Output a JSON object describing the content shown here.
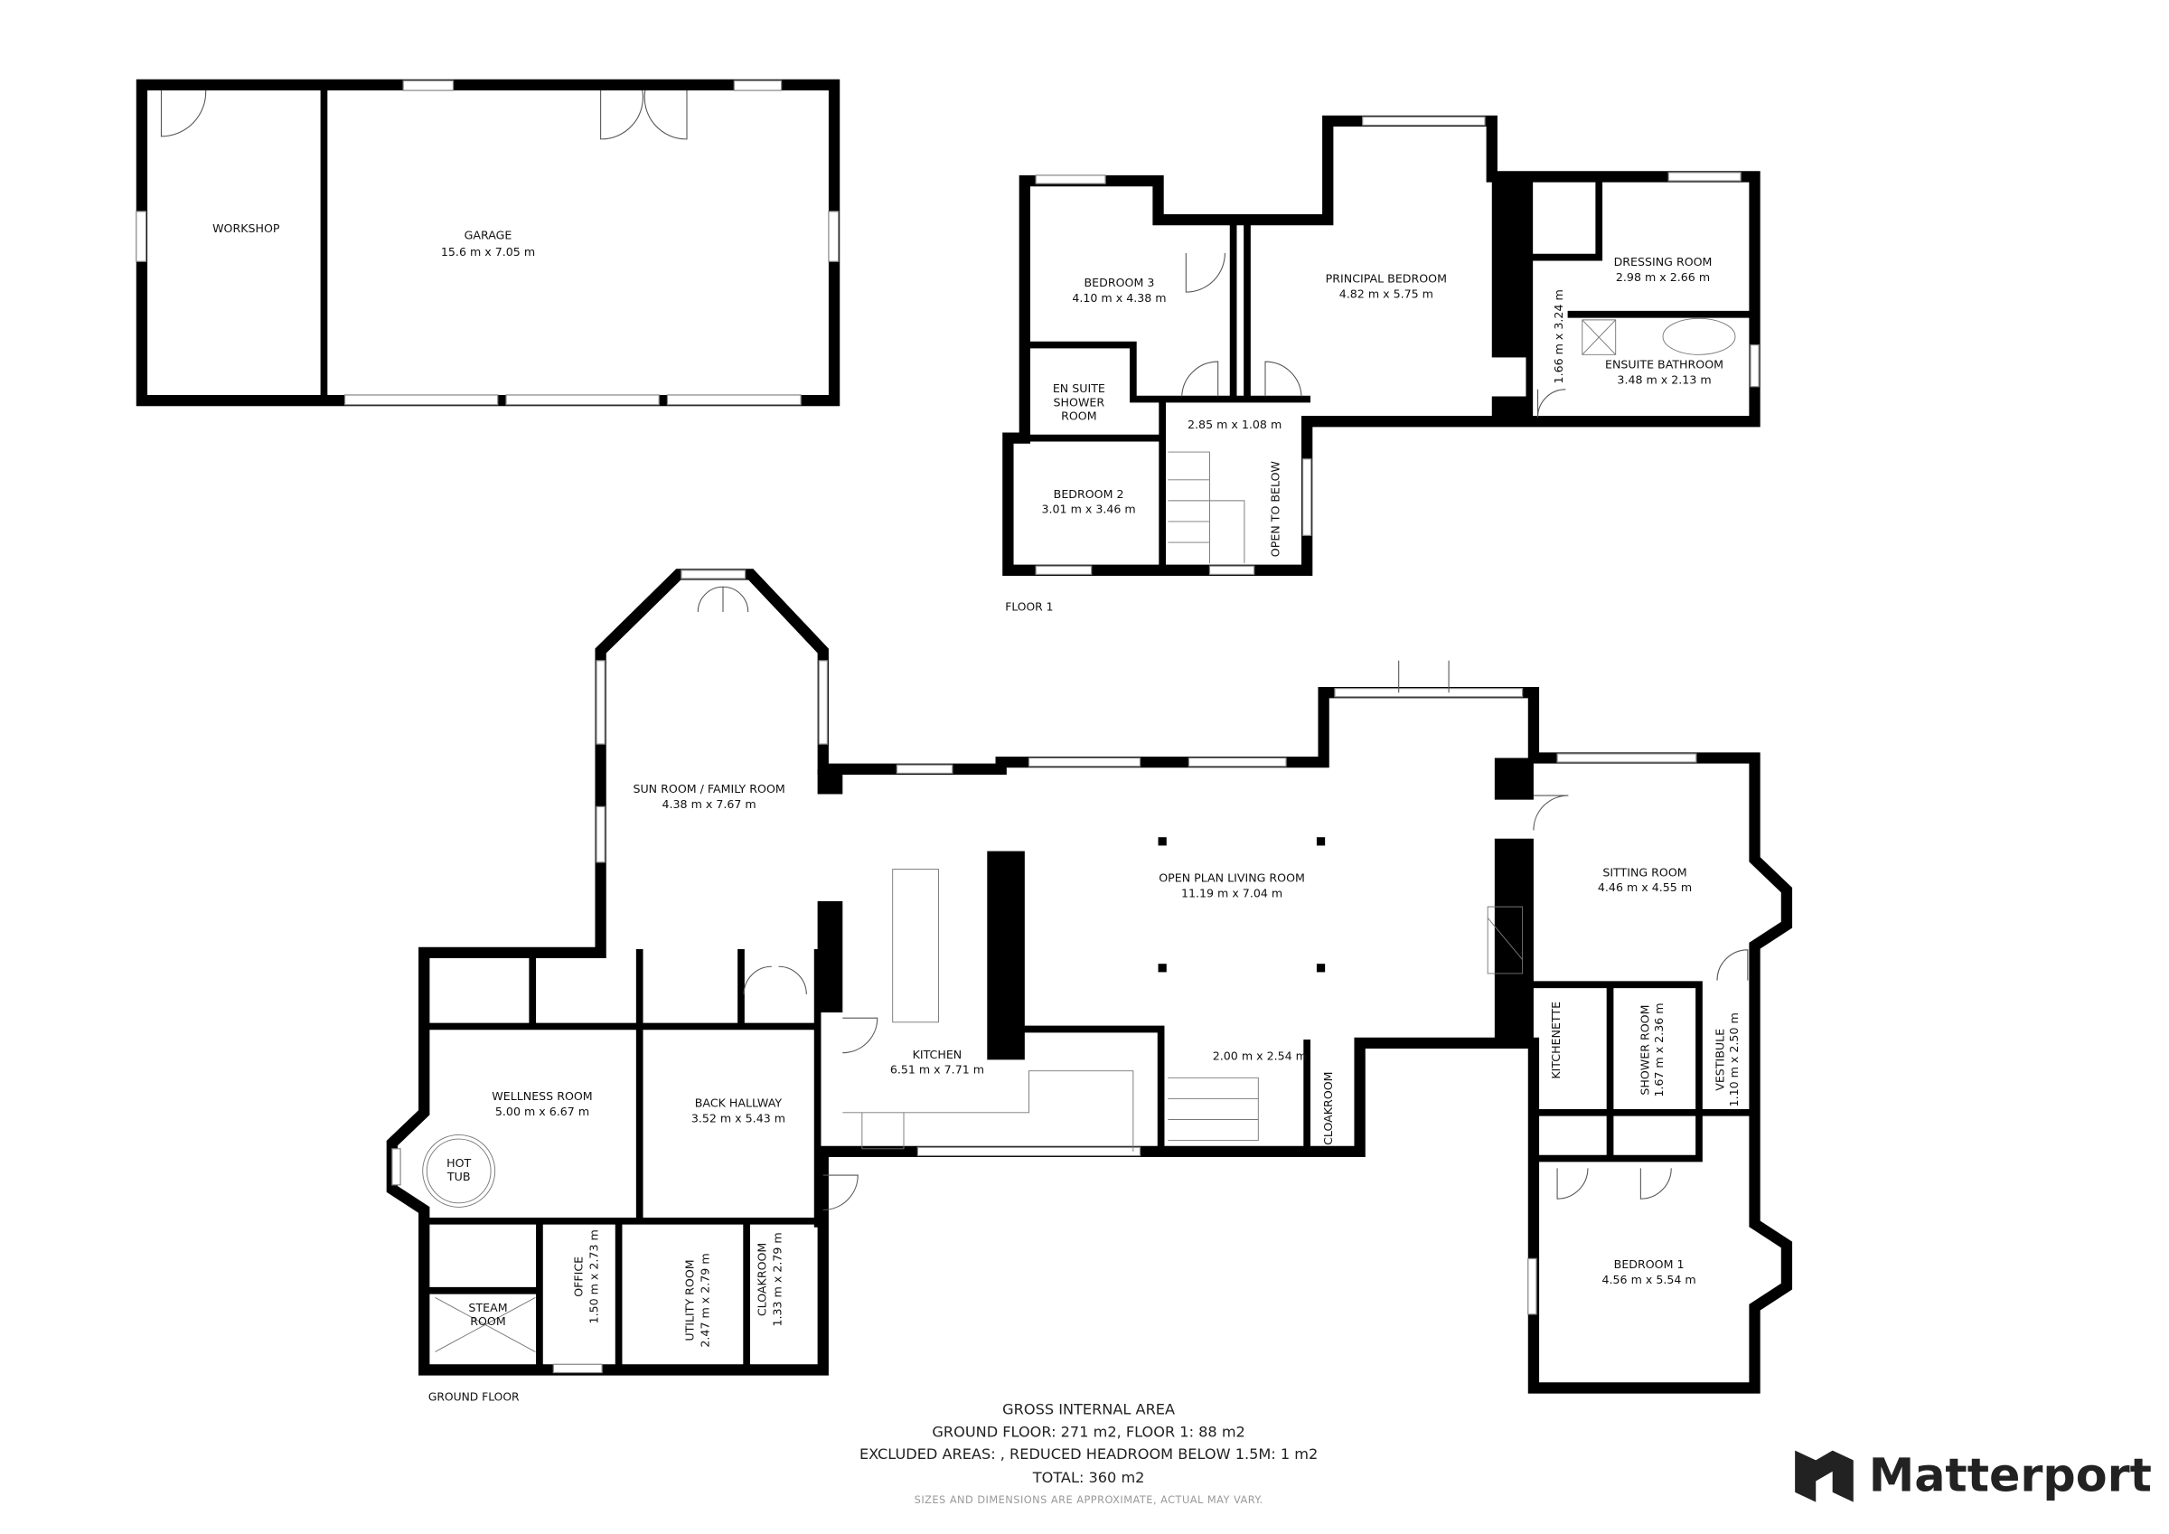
{
  "outbuilding": {
    "workshop": {
      "name": "WORKSHOP"
    },
    "garage": {
      "name": "GARAGE",
      "size": "15.6 m x 7.05 m"
    }
  },
  "floor1": {
    "label": "FLOOR 1",
    "rooms": {
      "bedroom3": {
        "name": "BEDROOM 3",
        "size": "4.10 m x 4.38 m"
      },
      "principal": {
        "name": "PRINCIPAL BEDROOM",
        "size": "4.82 m x 5.75 m"
      },
      "dressing": {
        "name": "DRESSING ROOM",
        "size": "2.98 m x 2.66 m"
      },
      "ensuite_bath": {
        "name": "ENSUITE BATHROOM",
        "size": "3.48 m x 2.13 m"
      },
      "corridor": {
        "size": "1.66 m x 3.24 m"
      },
      "ensuite_shower": {
        "line1": "EN SUITE",
        "line2": "SHOWER",
        "line3": "ROOM"
      },
      "landing": {
        "size": "2.85 m x 1.08 m"
      },
      "bedroom2": {
        "name": "BEDROOM 2",
        "size": "3.01 m x 3.46 m"
      },
      "open_below": {
        "name": "OPEN TO BELOW"
      }
    }
  },
  "ground": {
    "label": "GROUND FLOOR",
    "rooms": {
      "sunroom": {
        "name": "SUN ROOM / FAMILY ROOM",
        "size": "4.38 m x 7.67 m"
      },
      "living": {
        "name": "OPEN PLAN LIVING ROOM",
        "size": "11.19 m x 7.04 m"
      },
      "sitting": {
        "name": "SITTING ROOM",
        "size": "4.46 m x 4.55 m"
      },
      "kitchen": {
        "name": "KITCHEN",
        "size": "6.51 m x 7.71 m"
      },
      "hall": {
        "size": "2.00 m x 2.54 m"
      },
      "cloakroom_main": {
        "name": "CLOAKROOM"
      },
      "kitchenette": {
        "name": "KITCHENETTE"
      },
      "shower_room": {
        "name": "SHOWER ROOM",
        "size": "1.67 m x 2.36 m"
      },
      "vestibule": {
        "name": "VESTIBULE",
        "size": "1.10 m x 2.50 m"
      },
      "bedroom1": {
        "name": "BEDROOM 1",
        "size": "4.56 m x 5.54 m"
      },
      "wellness": {
        "name": "WELLNESS ROOM",
        "size": "5.00 m x 6.67 m"
      },
      "hot_tub": {
        "line1": "HOT",
        "line2": "TUB"
      },
      "back_hallway": {
        "name": "BACK HALLWAY",
        "size": "3.52 m x 5.43 m"
      },
      "steam": {
        "line1": "STEAM",
        "line2": "ROOM"
      },
      "office": {
        "name": "OFFICE",
        "size": "1.50 m x 2.73 m"
      },
      "utility": {
        "name": "UTILITY ROOM",
        "size": "2.47 m x 2.79 m"
      },
      "cloakroom_back": {
        "name": "CLOAKROOM",
        "size": "1.33 m x 2.79 m"
      }
    }
  },
  "summary": {
    "title": "GROSS INTERNAL AREA",
    "line1": "GROUND FLOOR: 271 m2, FLOOR 1: 88 m2",
    "line2": "EXCLUDED AREAS: , REDUCED HEADROOM BELOW 1.5M: 1 m2",
    "line3": "TOTAL: 360 m2",
    "disclaimer": "SIZES AND DIMENSIONS ARE APPROXIMATE, ACTUAL MAY VARY."
  },
  "brand": {
    "name": "Matterport",
    "color": "#222222"
  }
}
